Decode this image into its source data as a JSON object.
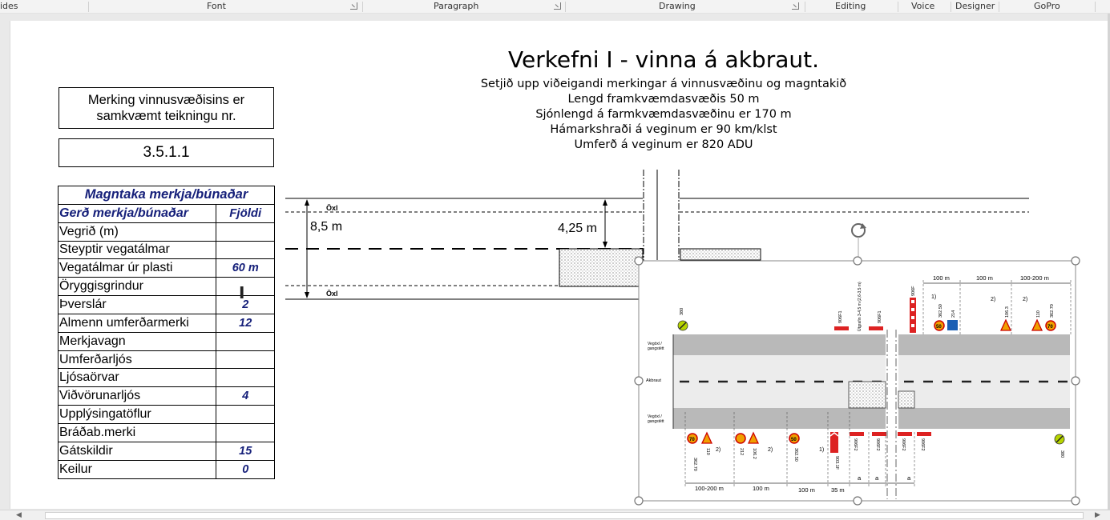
{
  "ribbon": {
    "groups": [
      "ides",
      "Font",
      "Paragraph",
      "Drawing",
      "Editing",
      "Voice",
      "Designer",
      "GoPro"
    ]
  },
  "doc": {
    "title": "Verkefni I -  vinna á akbraut.",
    "subtitle_lines": [
      "Setjið upp viðeigandi merkingar á vinnusvæðinu og magntakið",
      "Lengd framkvæmdasvæðis 50 m",
      "Sjónlengd á farmkvæmdasvæðinu er 170 m",
      "Hámarkshraði á veginum er 90 km/klst",
      "Umferð á veginum er 820 ADU"
    ],
    "marking_label_line1": "Merking vinnusvæðisins er",
    "marking_label_line2": "samkvæmt  teikningu nr.",
    "drawing_number": "3.5.1.1"
  },
  "table": {
    "title": "Magntaka merkja/búnaðar",
    "col_type": "Gerð merkja/búnaðar",
    "col_count": "Fjöldi",
    "rows": [
      {
        "name": "Vegrið (m)",
        "count": ""
      },
      {
        "name": "Steyptir vegatálmar",
        "count": ""
      },
      {
        "name": "Vegatálmar úr plasti",
        "count": "60 m"
      },
      {
        "name": "Öryggisgrindur",
        "count": ""
      },
      {
        "name": "Þverslár",
        "count": "2"
      },
      {
        "name": "Almenn umferðarmerki",
        "count": "12"
      },
      {
        "name": "Merkjavagn",
        "count": ""
      },
      {
        "name": "Umferðarljós",
        "count": ""
      },
      {
        "name": "Ljósaörvar",
        "count": ""
      },
      {
        "name": "Viðvörunarljós",
        "count": "4"
      },
      {
        "name": "Upplýsingatöflur",
        "count": ""
      },
      {
        "name": "Bráðab.merki",
        "count": ""
      },
      {
        "name": "Gátskildir",
        "count": "15"
      },
      {
        "name": "Keilur",
        "count": "0"
      }
    ]
  },
  "road": {
    "shoulder_top": "Öxl",
    "shoulder_bottom": "Öxl",
    "width_total": "8,5 m",
    "width_half": "4,25 m"
  },
  "diagram": {
    "lane_left_top": "Vegöxl /",
    "lane_left_top2": "gangstétt",
    "lane_mid": "Akbraut",
    "lane_left_bot": "Vegöxl /",
    "lane_left_bot2": "gangstétt",
    "top_dims": [
      "100 m",
      "100 m",
      "100-200 m"
    ],
    "bottom_dims": [
      "100-200 m",
      "100 m",
      "100 m",
      "35 m",
      "a",
      "a",
      "a"
    ],
    "notes": [
      "1)",
      "2)",
      "2)",
      "2)",
      "2)",
      "1)"
    ],
    "sign_labels_top": [
      "380",
      "906F1",
      "Útgrafin 3-4,5 m (2,6-3,5 m)",
      "906F1",
      "906F",
      "362.50",
      "214",
      "106.3",
      "110",
      "362.70"
    ],
    "sign_labels_bot": [
      "362.70",
      "110",
      "212",
      "106.2",
      "362.50",
      "903.1F",
      "906F2",
      "906F2",
      "906F2",
      "906F2",
      "380"
    ],
    "sign_speeds": [
      "50",
      "70",
      "70",
      "50"
    ]
  },
  "colors": {
    "table_accent": "#16207a",
    "handle": "#777777",
    "diagram_road": "#bdbdbd"
  }
}
